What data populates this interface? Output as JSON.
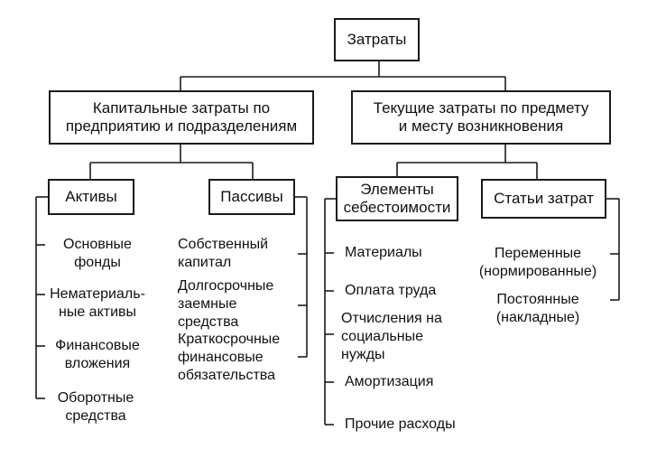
{
  "root": {
    "label": "Затраты"
  },
  "categories": {
    "capital": {
      "label": "Капитальные затраты по\nпредприятию и подразделениям"
    },
    "current": {
      "label": "Текущие затраты по предмету\nи месту возникновения"
    }
  },
  "groups": {
    "assets": {
      "label": "Активы",
      "items": [
        "Основные\nфонды",
        "Нематериаль-\nные активы",
        "Финансовые\nвложения",
        "Оборотные\nсредства"
      ]
    },
    "liabilities": {
      "label": "Пассивы",
      "items": [
        "Собственный\nкапитал",
        "Долгосрочные\nзаемные\nсредства",
        "Краткосрочные\nфинансовые\nобязательства"
      ]
    },
    "cost_elements": {
      "label": "Элементы\nсебестоимости",
      "items": [
        "Материалы",
        "Оплата труда",
        "Отчисления на\nсоциальные\nнужды",
        "Амортизация",
        "Прочие расходы"
      ]
    },
    "cost_items": {
      "label": "Статьи затрат",
      "items": [
        "Переменные\n(нормированные)",
        "Постоянные\n(накладные)"
      ]
    }
  }
}
